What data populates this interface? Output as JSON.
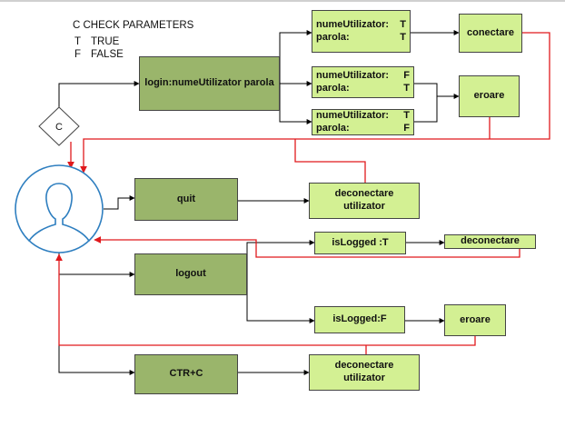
{
  "legend": {
    "title": "C CHECK PARAMETERS",
    "items": [
      {
        "key": "T",
        "meaning": "TRUE"
      },
      {
        "key": "F",
        "meaning": "FALSE"
      }
    ]
  },
  "nodes": {
    "decision": "C",
    "login": "login:numeUtilizator parola",
    "check_tt": [
      {
        "label": "numeUtilizator:",
        "value": "T"
      },
      {
        "label": "parola:",
        "value": "T"
      }
    ],
    "check_ft": [
      {
        "label": "numeUtilizator:",
        "value": "F"
      },
      {
        "label": "parola:",
        "value": "T"
      }
    ],
    "check_tf": [
      {
        "label": "numeUtilizator:",
        "value": "T"
      },
      {
        "label": "parola:",
        "value": "F"
      }
    ],
    "conectare": "conectare",
    "eroare_login": "eroare",
    "quit": "quit",
    "deconectare_quit": [
      "deconectare",
      "utilizator"
    ],
    "logout": "logout",
    "islogged_t": "isLogged :T",
    "deconectare_logout": "deconectare",
    "islogged_f": "isLogged:F",
    "eroare_logout": "eroare",
    "ctrc": "CTR+C",
    "deconectare_ctrc": [
      "deconectare",
      "utilizator"
    ]
  },
  "colors": {
    "dark_node": "#9ab56b",
    "light_node": "#d3f093",
    "flow_line": "#000000",
    "return_line": "#e0191c",
    "avatar": "#2f7fc0"
  }
}
